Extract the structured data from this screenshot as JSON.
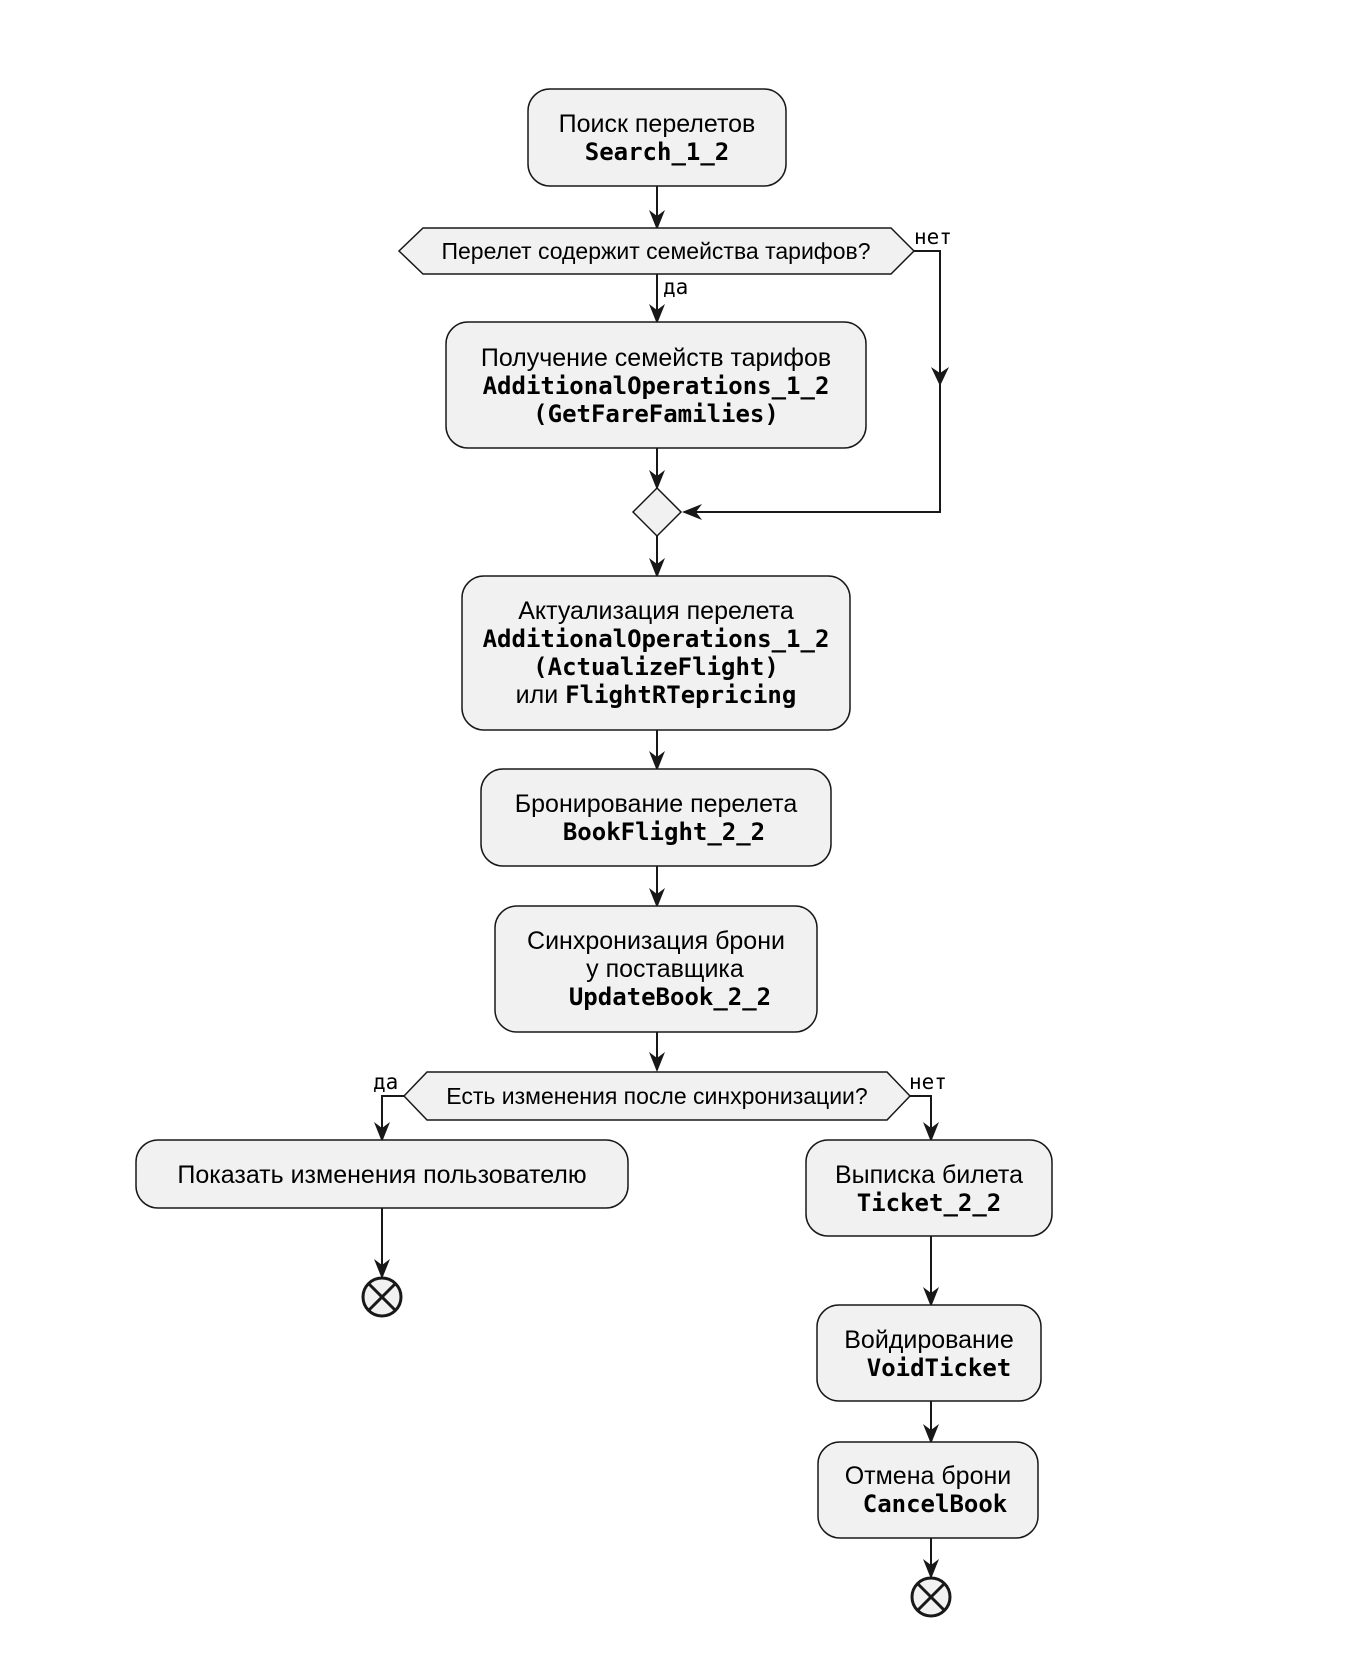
{
  "nodes": {
    "search": {
      "line1": "Поиск перелетов",
      "line2": "Search_1_2"
    },
    "decision_families": {
      "label": "Перелет содержит семейства тарифов?",
      "yes": "да",
      "no": "нет"
    },
    "fare_families": {
      "line1": "Получение семейств тарифов",
      "line2": "AdditionalOperations_1_2",
      "line3": "(GetFareFamilies)"
    },
    "actualize": {
      "line1": "Актуализация перелета",
      "line2": "AdditionalOperations_1_2",
      "line3": "(ActualizeFlight)",
      "line4_prefix": "или ",
      "line4_code": "FlightRTepricing"
    },
    "book": {
      "line1": "Бронирование перелета",
      "line2": "BookFlight_2_2"
    },
    "sync": {
      "line1": "Синхронизация брони",
      "line2": "у поставщика",
      "line3": "UpdateBook_2_2"
    },
    "decision_changes": {
      "label": "Есть изменения после синхронизации?",
      "yes": "да",
      "no": "нет"
    },
    "show_changes": {
      "line1": "Показать изменения пользователю"
    },
    "ticket": {
      "line1": "Выписка билета",
      "line2": "Ticket_2_2"
    },
    "void": {
      "line1": "Войдирование",
      "line2": "VoidTicket"
    },
    "cancel": {
      "line1": "Отмена брони",
      "line2": "CancelBook"
    }
  }
}
